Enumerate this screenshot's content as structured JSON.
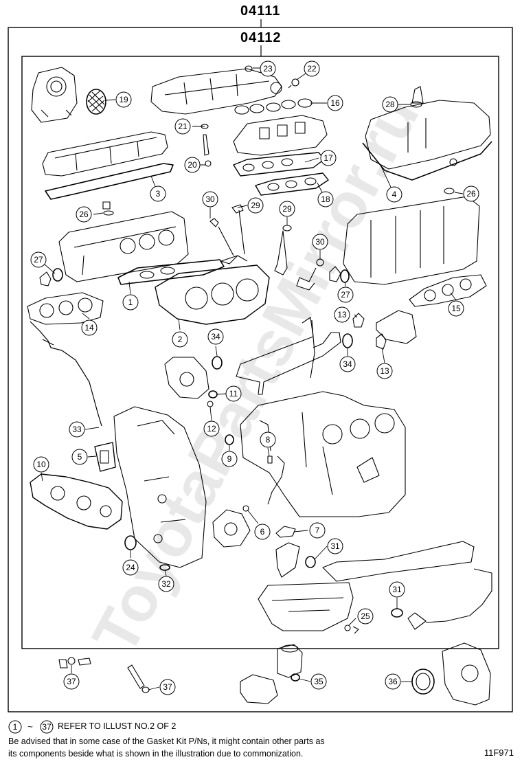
{
  "header": {
    "outer_code": "04111",
    "inner_code": "04112"
  },
  "watermark": "ToyotaPartsMirror.ru",
  "callouts": [
    {
      "num": "1"
    },
    {
      "num": "2"
    },
    {
      "num": "3"
    },
    {
      "num": "4"
    },
    {
      "num": "5"
    },
    {
      "num": "6"
    },
    {
      "num": "7"
    },
    {
      "num": "8"
    },
    {
      "num": "9"
    },
    {
      "num": "10"
    },
    {
      "num": "11"
    },
    {
      "num": "12"
    },
    {
      "num": "13"
    },
    {
      "num": "13"
    },
    {
      "num": "14"
    },
    {
      "num": "15"
    },
    {
      "num": "16"
    },
    {
      "num": "17"
    },
    {
      "num": "18"
    },
    {
      "num": "19"
    },
    {
      "num": "20"
    },
    {
      "num": "21"
    },
    {
      "num": "22"
    },
    {
      "num": "23"
    },
    {
      "num": "24"
    },
    {
      "num": "25"
    },
    {
      "num": "26"
    },
    {
      "num": "26"
    },
    {
      "num": "27"
    },
    {
      "num": "27"
    },
    {
      "num": "28"
    },
    {
      "num": "29"
    },
    {
      "num": "29"
    },
    {
      "num": "30"
    },
    {
      "num": "30"
    },
    {
      "num": "31"
    },
    {
      "num": "31"
    },
    {
      "num": "32"
    },
    {
      "num": "33"
    },
    {
      "num": "34"
    },
    {
      "num": "34"
    },
    {
      "num": "35"
    },
    {
      "num": "36"
    },
    {
      "num": "37"
    },
    {
      "num": "37"
    }
  ],
  "footer": {
    "range_start": "1",
    "range_sep": "~",
    "range_end": "37",
    "refer_text": "REFER TO ILLUST NO.2 OF 2",
    "advice_line1": "Be advised that in some case of the Gasket Kit P/Ns,  it might contain other parts as",
    "advice_line2": "its components beside what is shown in the illustration due to commonization."
  },
  "figure_id": "11F971"
}
